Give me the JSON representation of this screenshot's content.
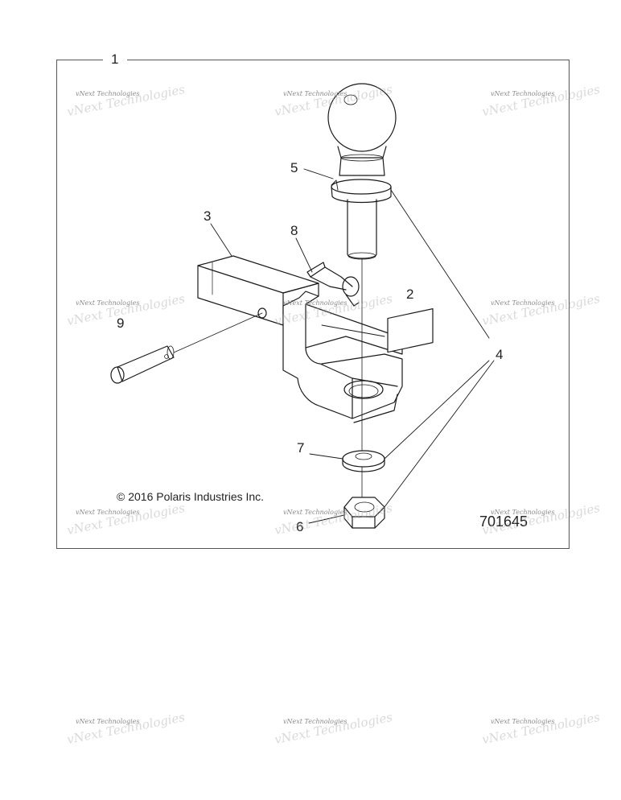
{
  "diagram": {
    "frame_label": "1",
    "callouts": {
      "ball_mount_shank": "3",
      "label_decal": "2",
      "hardware_group": "4",
      "lock_washer": "5",
      "nut": "6",
      "flat_washer": "7",
      "clip": "8",
      "pin": "9"
    },
    "copyright": "© 2016 Polaris Industries Inc.",
    "drawing_number": "701645"
  },
  "watermark": {
    "text": "vNext Technologies",
    "color": "#c2c2c2"
  },
  "colors": {
    "line": "#1a1a1a",
    "frame": "#555555",
    "background": "#ffffff"
  }
}
